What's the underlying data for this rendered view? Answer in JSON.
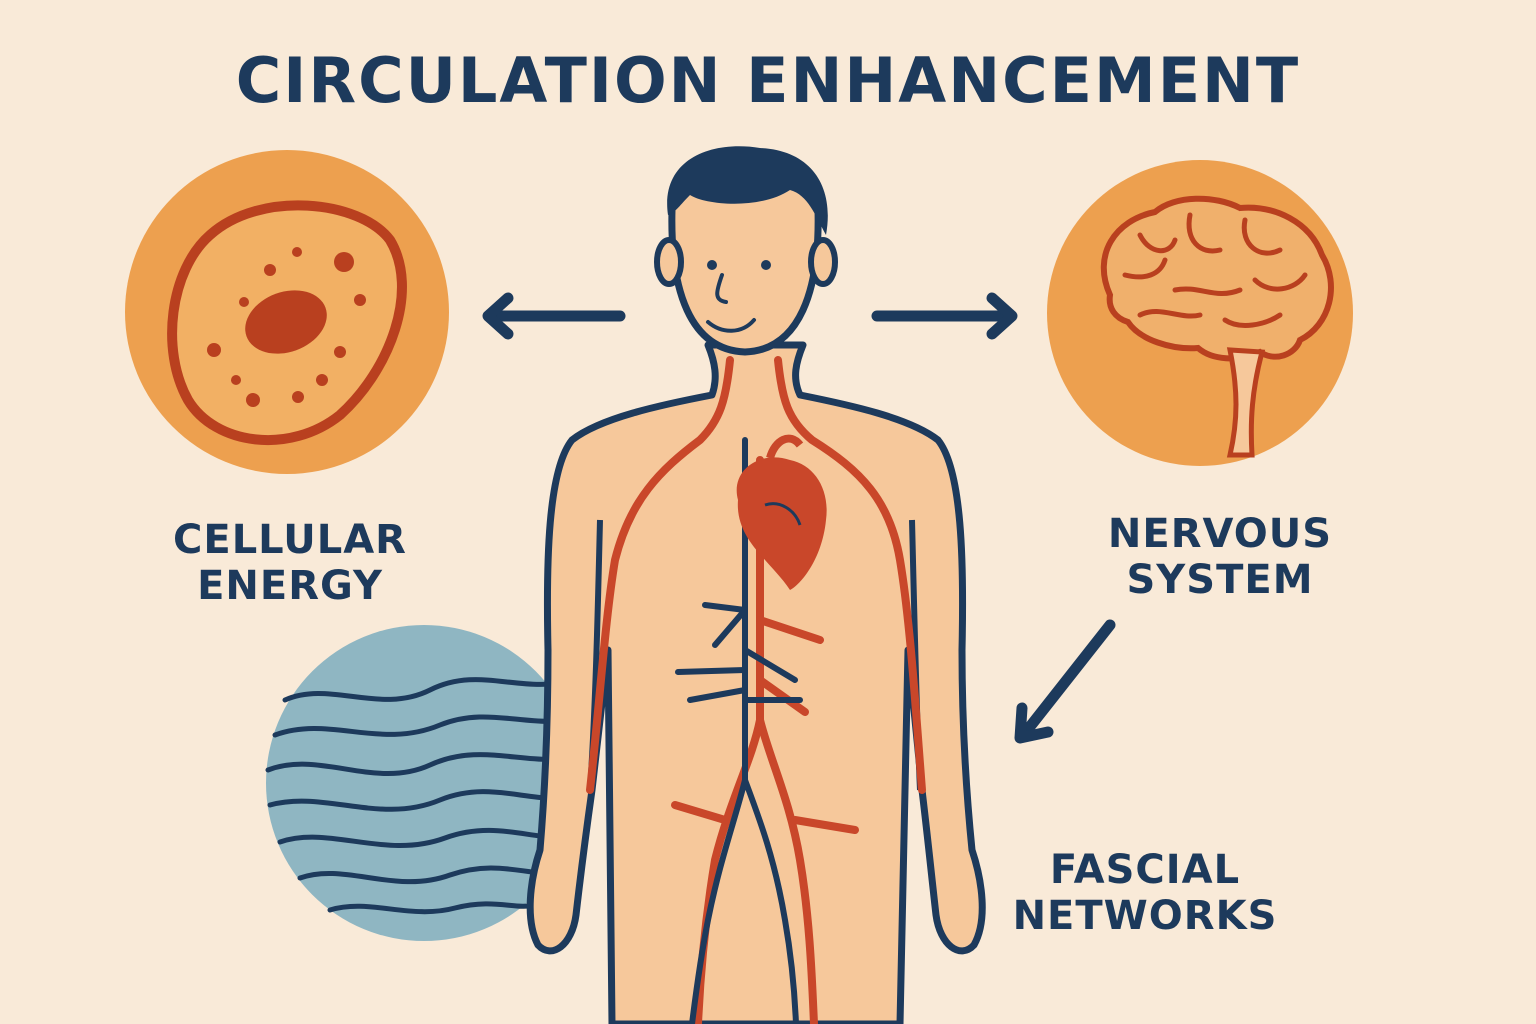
{
  "title": "CIRCULATION ENHANCEMENT",
  "labels": {
    "cellular": [
      "CELLULAR",
      "ENERGY"
    ],
    "nervous": [
      "NERVOUS",
      "SYSTEM"
    ],
    "fascial": [
      "FASCIAL",
      "NETWORKS"
    ]
  },
  "colors": {
    "background": "#f9ead8",
    "navy": "#1d3a5c",
    "artery": "#c9472a",
    "skin": "#f6c89b",
    "orange_circle": "#eda04f",
    "blue_circle": "#8fb6c2"
  },
  "icons": [
    "cell-icon",
    "brain-icon",
    "fascia-icon",
    "human-body-figure",
    "heart-icon"
  ]
}
